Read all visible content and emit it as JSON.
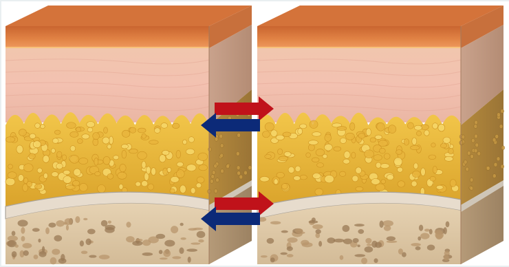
{
  "diagram": {
    "panels": [
      {
        "id": "left-skin-block",
        "layers": [
          "epidermis",
          "dermis",
          "subcutaneous-fat",
          "fascia",
          "bone"
        ]
      },
      {
        "id": "right-skin-block",
        "layers": [
          "epidermis",
          "dermis",
          "subcutaneous-fat",
          "fascia",
          "bone"
        ]
      }
    ],
    "arrows": [
      {
        "name": "upper-right-arrow",
        "direction": "right",
        "color": "#c0121a"
      },
      {
        "name": "upper-left-arrow",
        "direction": "left",
        "color": "#0c2a78"
      },
      {
        "name": "lower-right-arrow",
        "direction": "right",
        "color": "#c0121a"
      },
      {
        "name": "lower-left-arrow",
        "direction": "left",
        "color": "#0c2a78"
      }
    ],
    "colors": {
      "background": "#e9eff1",
      "epidermis": "#d9773a",
      "dermis": "#f0c0ac",
      "fat": "#e6b032",
      "fascia": "#ddd3c5",
      "bone": "#cdb48f",
      "arrow_red": "#c0121a",
      "arrow_blue": "#0c2a78"
    }
  }
}
